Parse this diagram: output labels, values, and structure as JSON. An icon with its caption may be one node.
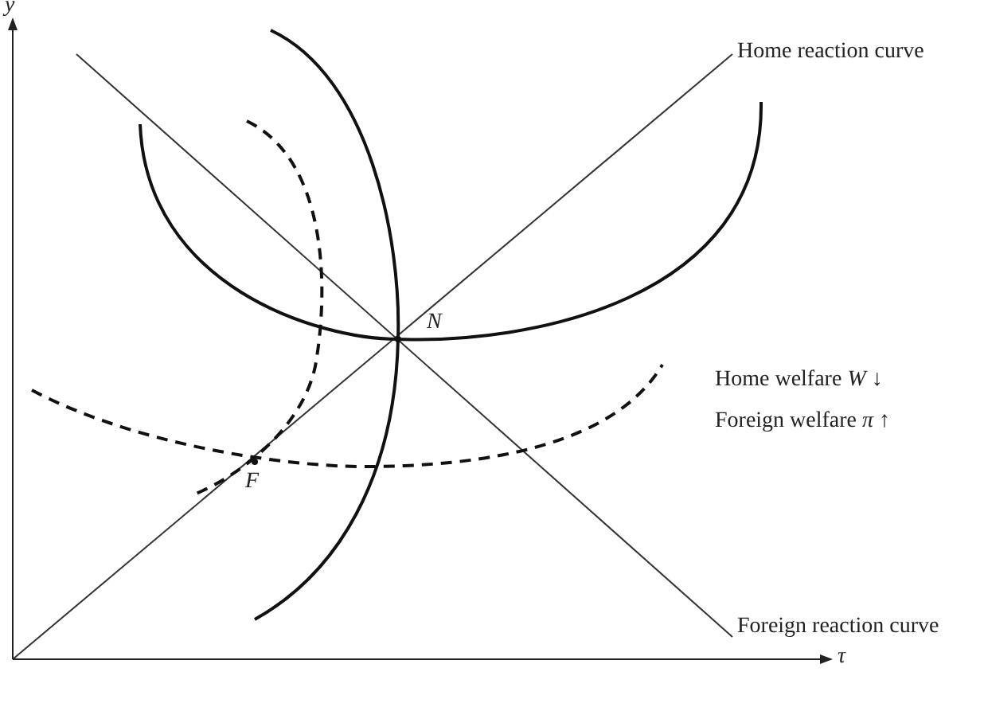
{
  "diagram": {
    "labels": [
      "y",
      "Home reaction curve",
      "N",
      "Home welfare *W* ↓",
      "Foreign welfare *π* ↑",
      "F",
      "Foreign reaction curve",
      "τ"
    ]
  }
}
